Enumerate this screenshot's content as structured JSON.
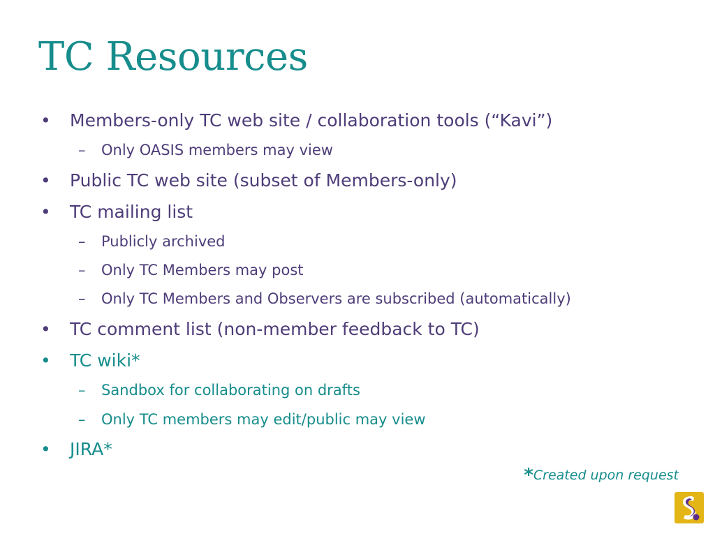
{
  "slide": {
    "title": "TC Resources",
    "bullets": [
      {
        "level": 1,
        "marker": "•",
        "text": "Members-only TC web site / collaboration tools (“Kavi”)"
      },
      {
        "level": 2,
        "marker": "–",
        "text": "Only OASIS members may view"
      },
      {
        "level": 1,
        "marker": "•",
        "text": "Public TC web site (subset of Members-only)"
      },
      {
        "level": 1,
        "marker": "•",
        "text": "TC mailing list"
      },
      {
        "level": 2,
        "marker": "–",
        "text": "Publicly archived"
      },
      {
        "level": 2,
        "marker": "–",
        "text": "Only TC Members may post"
      },
      {
        "level": 2,
        "marker": "–",
        "text": "Only TC Members and Observers are subscribed (automatically)"
      },
      {
        "level": 1,
        "marker": "•",
        "text": "TC comment list (non-member feedback to TC)"
      },
      {
        "level": 1,
        "marker": "•",
        "text": "TC wiki*"
      },
      {
        "level": 2,
        "marker": "–",
        "text": "Sandbox for collaborating on drafts"
      },
      {
        "level": 2,
        "marker": "–",
        "text": "Only TC members may edit/public may view"
      },
      {
        "level": 1,
        "marker": "•",
        "text": "JIRA*"
      }
    ],
    "footnote": {
      "star": "*",
      "text": "Created upon request"
    }
  },
  "colors": {
    "title": "#168d8c",
    "primary_text": "#4e3d79",
    "accent_text": "#168d8c",
    "logo_gold": "#e3b515",
    "logo_purple": "#5b2d86"
  },
  "icons": {
    "logo": "oasis-logo-icon"
  }
}
